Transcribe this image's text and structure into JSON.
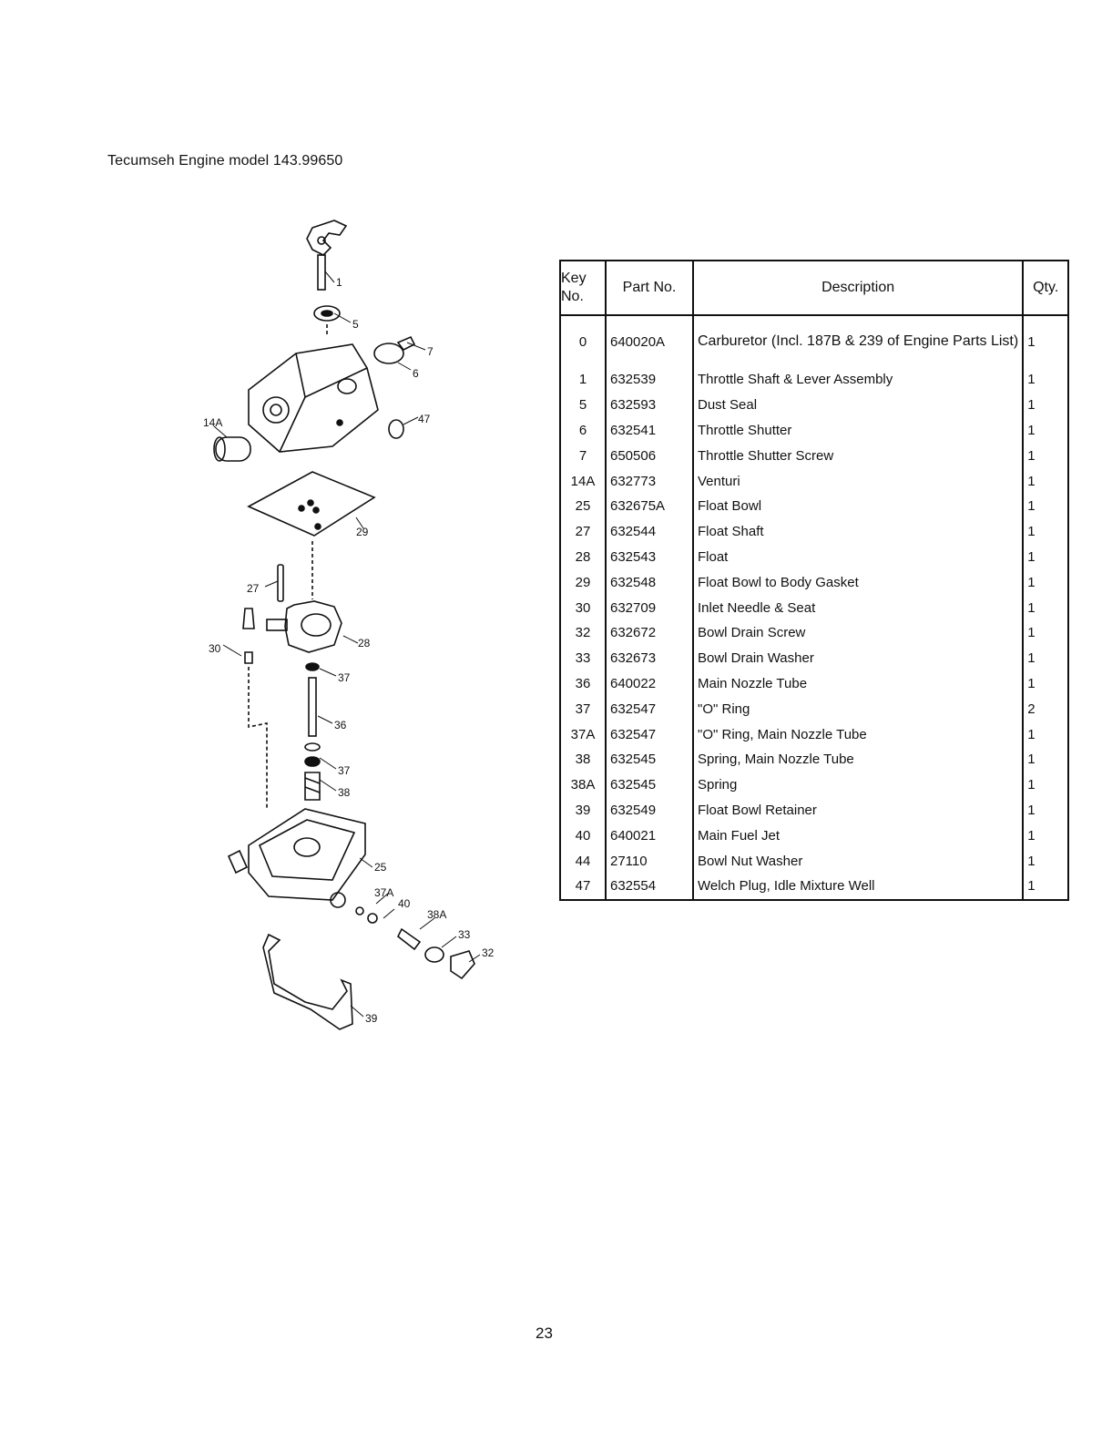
{
  "heading": "Tecumseh Engine model 143.99650",
  "page_number": "23",
  "table": {
    "headers": {
      "key": "Key No.",
      "part": "Part No.",
      "description": "Description",
      "qty": "Qty."
    },
    "rows": [
      {
        "key": "0",
        "part": "640020A",
        "description": "Carburetor (Incl. 187B & 239 of Engine Parts List)",
        "qty": "1"
      },
      {
        "key": "1",
        "part": "632539",
        "description": "Throttle Shaft & Lever Assembly",
        "qty": "1"
      },
      {
        "key": "5",
        "part": "632593",
        "description": "Dust Seal",
        "qty": "1"
      },
      {
        "key": "6",
        "part": "632541",
        "description": "Throttle Shutter",
        "qty": "1"
      },
      {
        "key": "7",
        "part": "650506",
        "description": "Throttle Shutter Screw",
        "qty": "1"
      },
      {
        "key": "14A",
        "part": "632773",
        "description": "Venturi",
        "qty": "1"
      },
      {
        "key": "25",
        "part": "632675A",
        "description": "Float Bowl",
        "qty": "1"
      },
      {
        "key": "27",
        "part": "632544",
        "description": "Float Shaft",
        "qty": "1"
      },
      {
        "key": "28",
        "part": "632543",
        "description": "Float",
        "qty": "1"
      },
      {
        "key": "29",
        "part": "632548",
        "description": "Float Bowl to Body Gasket",
        "qty": "1"
      },
      {
        "key": "30",
        "part": "632709",
        "description": "Inlet Needle & Seat",
        "qty": "1"
      },
      {
        "key": "32",
        "part": "632672",
        "description": "Bowl Drain Screw",
        "qty": "1"
      },
      {
        "key": "33",
        "part": "632673",
        "description": "Bowl Drain Washer",
        "qty": "1"
      },
      {
        "key": "36",
        "part": "640022",
        "description": "Main Nozzle Tube",
        "qty": "1"
      },
      {
        "key": "37",
        "part": "632547",
        "description": "\"O\" Ring",
        "qty": "2"
      },
      {
        "key": "37A",
        "part": "632547",
        "description": "\"O\" Ring, Main Nozzle Tube",
        "qty": "1"
      },
      {
        "key": "38",
        "part": "632545",
        "description": "Spring, Main Nozzle Tube",
        "qty": "1"
      },
      {
        "key": "38A",
        "part": "632545",
        "description": "Spring",
        "qty": "1"
      },
      {
        "key": "39",
        "part": "632549",
        "description": "Float Bowl Retainer",
        "qty": "1"
      },
      {
        "key": "40",
        "part": "640021",
        "description": "Main Fuel Jet",
        "qty": "1"
      },
      {
        "key": "44",
        "part": "27110",
        "description": "Bowl Nut Washer",
        "qty": "1"
      },
      {
        "key": "47",
        "part": "632554",
        "description": "Welch Plug, Idle Mixture Well",
        "qty": "1"
      }
    ]
  },
  "diagram": {
    "callouts": [
      "1",
      "5",
      "7",
      "6",
      "14A",
      "47",
      "29",
      "27",
      "28",
      "30",
      "37",
      "36",
      "37",
      "38",
      "25",
      "37A",
      "40",
      "38A",
      "33",
      "32",
      "39"
    ]
  }
}
